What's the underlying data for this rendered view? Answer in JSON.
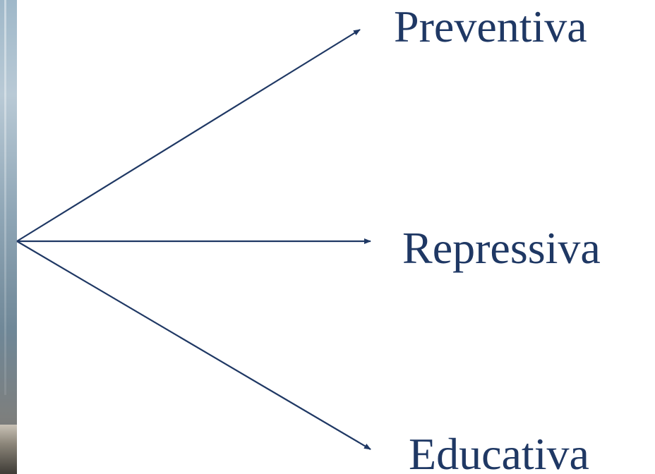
{
  "diagram": {
    "branches": [
      {
        "label": "Preventiva"
      },
      {
        "label": "Repressiva"
      },
      {
        "label": "Educativa"
      }
    ],
    "colors": {
      "text": "#1f3864",
      "arrow": "#1f3864"
    }
  }
}
